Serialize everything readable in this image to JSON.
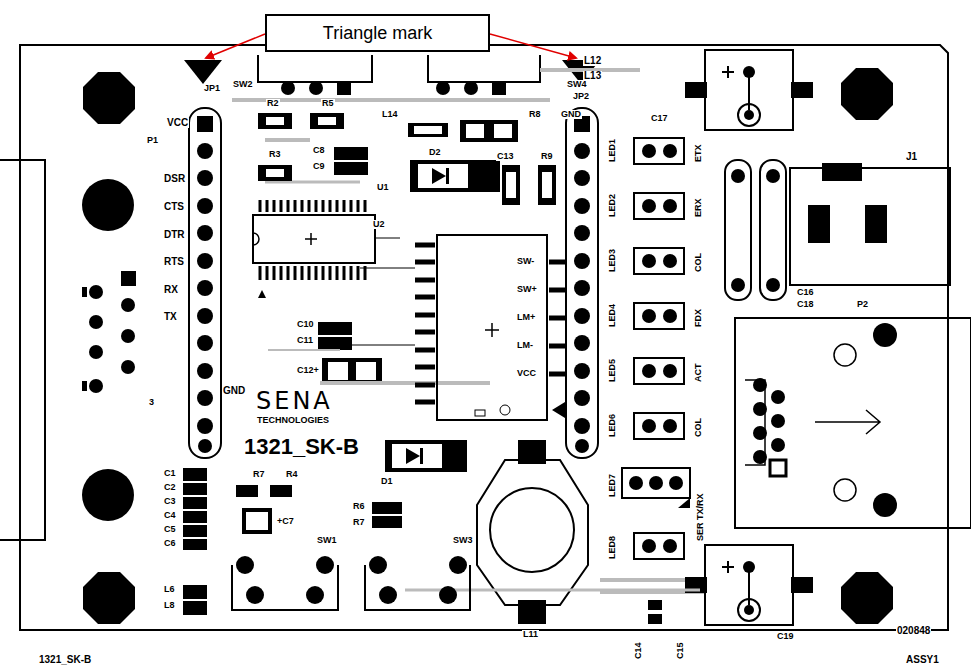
{
  "diagram": {
    "nodes": [
      {
        "text": [
          "Triangle mark"
        ]
      }
    ],
    "labels": [
      "JP1",
      "SW2",
      "SW4",
      "JP2",
      "L12",
      "L13",
      "VCC",
      "P1",
      "DSR",
      "CTS",
      "DTR",
      "RTS",
      "RX",
      "TX",
      "3",
      "GND",
      "R2",
      "R5",
      "R3",
      "C8",
      "C9",
      "U1",
      "L14",
      "R8",
      "D2",
      "C13",
      "R9",
      "GND",
      "U2",
      "SW-",
      "SW+",
      "LM+",
      "LM-",
      "VCC",
      "LED1",
      "LED2",
      "LED3",
      "LED4",
      "LED5",
      "LED6",
      "ETX",
      "ERX",
      "COL",
      "FDX",
      "ACT",
      "COL",
      "C17",
      "J1",
      "C16",
      "C18",
      "P2",
      "C10",
      "C11",
      "C12+",
      "SENA",
      "TECHNOLOGIES",
      "1321_SK-B",
      "D1",
      "R7",
      "R4",
      "+C7",
      "R6",
      "R7",
      "SW1",
      "SW3",
      "C1",
      "C2",
      "C3",
      "C4",
      "C5",
      "C6",
      "L6",
      "L8",
      "L11",
      "LED7",
      "SER TX/RX",
      "LED8",
      "C14",
      "C15",
      "C19",
      "020848",
      "1321_SK-B",
      "ASSY1"
    ]
  }
}
